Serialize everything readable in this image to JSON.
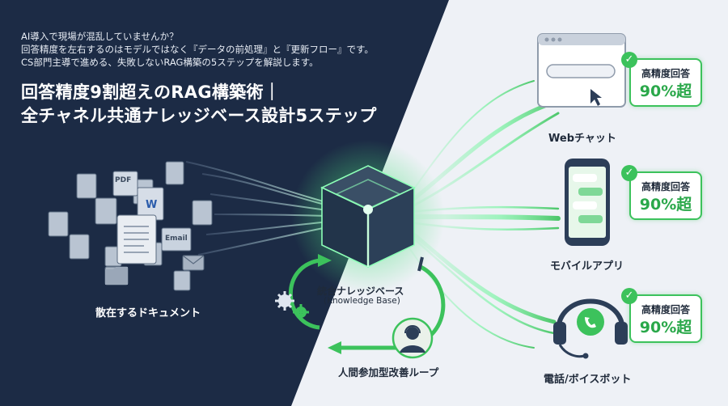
{
  "intro": {
    "line1": "AI導入で現場が混乱していませんか？",
    "line2": "回答精度を左右するのはモデルではなく『データの前処理』と『更新フロー』です。",
    "line3": "CS部門主導で進める、失敗しないRAG構築の5ステップを解説します。"
  },
  "title": {
    "line1": "回答精度9割超えのRAG構築術｜",
    "line2": "全チャネル共通ナレッジベース設計5ステップ"
  },
  "documents": {
    "label": "散在するドキュメント",
    "tags": [
      "PDF",
      "W",
      "Email"
    ]
  },
  "knowledge_base": {
    "label": "統合ナレッジベース",
    "sublabel": "(Knowledge Base)"
  },
  "loop": {
    "label": "人間参加型改善ループ"
  },
  "channels": [
    {
      "label": "Webチャット",
      "badge_line1": "高精度回答",
      "badge_line2": "90%超"
    },
    {
      "label": "モバイルアプリ",
      "badge_line1": "高精度回答",
      "badge_line2": "90%超"
    },
    {
      "label": "電話/ボイスボット",
      "badge_line1": "高精度回答",
      "badge_line2": "90%超"
    }
  ],
  "colors": {
    "dark_bg": "#1c2b45",
    "light_bg": "#eef1f6",
    "accent_green": "#3cc25c",
    "cube_glow": "#7dffb0"
  },
  "icons": [
    "document-icon",
    "pdf-icon",
    "word-icon",
    "email-icon",
    "folder-icon",
    "envelope-icon",
    "cube-icon",
    "gear-icon",
    "operator-icon",
    "browser-icon",
    "cursor-icon",
    "smartphone-icon",
    "headset-icon",
    "phone-icon",
    "check-icon"
  ]
}
